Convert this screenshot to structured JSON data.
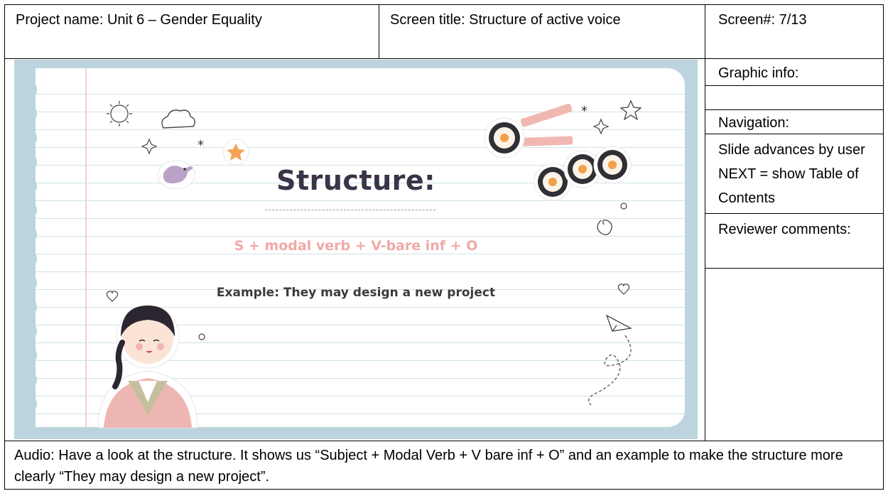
{
  "header": {
    "project_name": "Project name: Unit 6 – Gender Equality",
    "screen_title": "Screen title: Structure of active voice",
    "screen_number": "Screen#: 7/13"
  },
  "slide": {
    "title": "Structure:",
    "formula": "S + modal verb + V-bare inf + O",
    "example": "Example: They may design a new project"
  },
  "side_panel": {
    "graphic_info_label": "Graphic info:",
    "graphic_info_value": "",
    "navigation_label": "Navigation:",
    "navigation_text": "Slide advances by user NEXT = show Table of Contents",
    "reviewer_label": "Reviewer comments:",
    "reviewer_value": ""
  },
  "footer": {
    "audio": "Audio: Have a look at the structure. It shows us “Subject + Modal Verb + V bare inf + O” and an example to make the structure more clearly “They may design a new project”."
  },
  "colors": {
    "slide_frame": "#bcd4dd",
    "formula_pink": "#f0a9a6",
    "title_dark": "#3b3347"
  }
}
